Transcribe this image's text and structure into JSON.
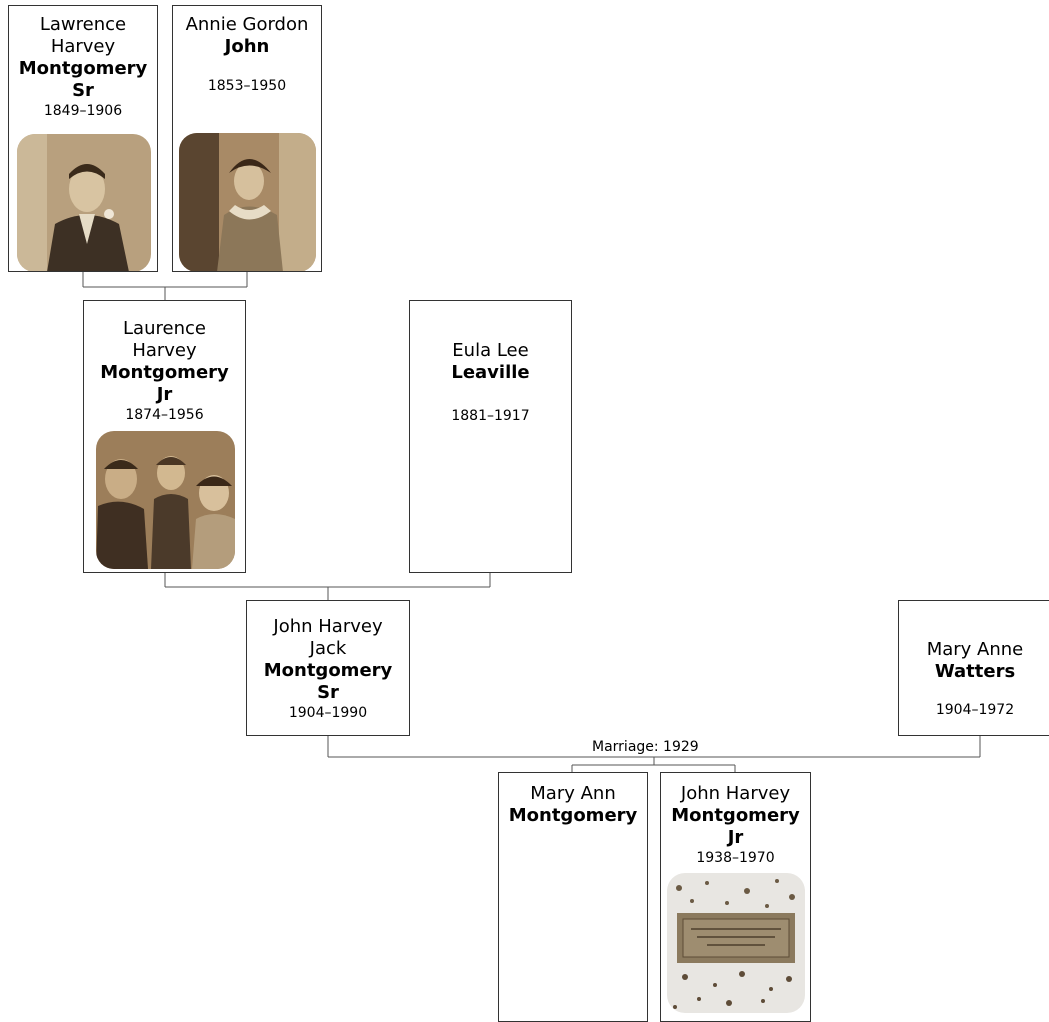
{
  "people": {
    "p1": {
      "given_1": "Lawrence",
      "given_2": "Harvey",
      "surname_1": "Montgomery",
      "surname_2": "Sr",
      "years": "1849–1906",
      "photo": "man-portrait-sepia"
    },
    "p2": {
      "given_1": "Annie Gordon",
      "surname_1": "John",
      "years": "1853–1950",
      "photo": "woman-portrait-sepia"
    },
    "p3": {
      "given_1": "Laurence",
      "given_2": "Harvey",
      "surname_1": "Montgomery",
      "surname_2": "Jr",
      "years": "1874–1956",
      "photo": "family-group-sepia"
    },
    "p4": {
      "given_1": "Eula Lee",
      "surname_1": "Leaville",
      "years": "1881–1917"
    },
    "p5": {
      "given_1": "John Harvey",
      "given_2": "Jack",
      "surname_1": "Montgomery",
      "surname_2": "Sr",
      "years": "1904–1990"
    },
    "p6": {
      "given_1": "Mary Anne",
      "surname_1": "Watters",
      "years": "1904–1972"
    },
    "p7": {
      "given_1": "Mary Ann",
      "surname_1": "Montgomery"
    },
    "p8": {
      "given_1": "John Harvey",
      "surname_1": "Montgomery",
      "surname_2": "Jr",
      "years": "1938–1970",
      "photo": "grave-marker-snow"
    }
  },
  "marriage_label": "Marriage: 1929",
  "colors": {
    "border": "#333333",
    "line": "#555555",
    "sepia": "#a08260"
  }
}
